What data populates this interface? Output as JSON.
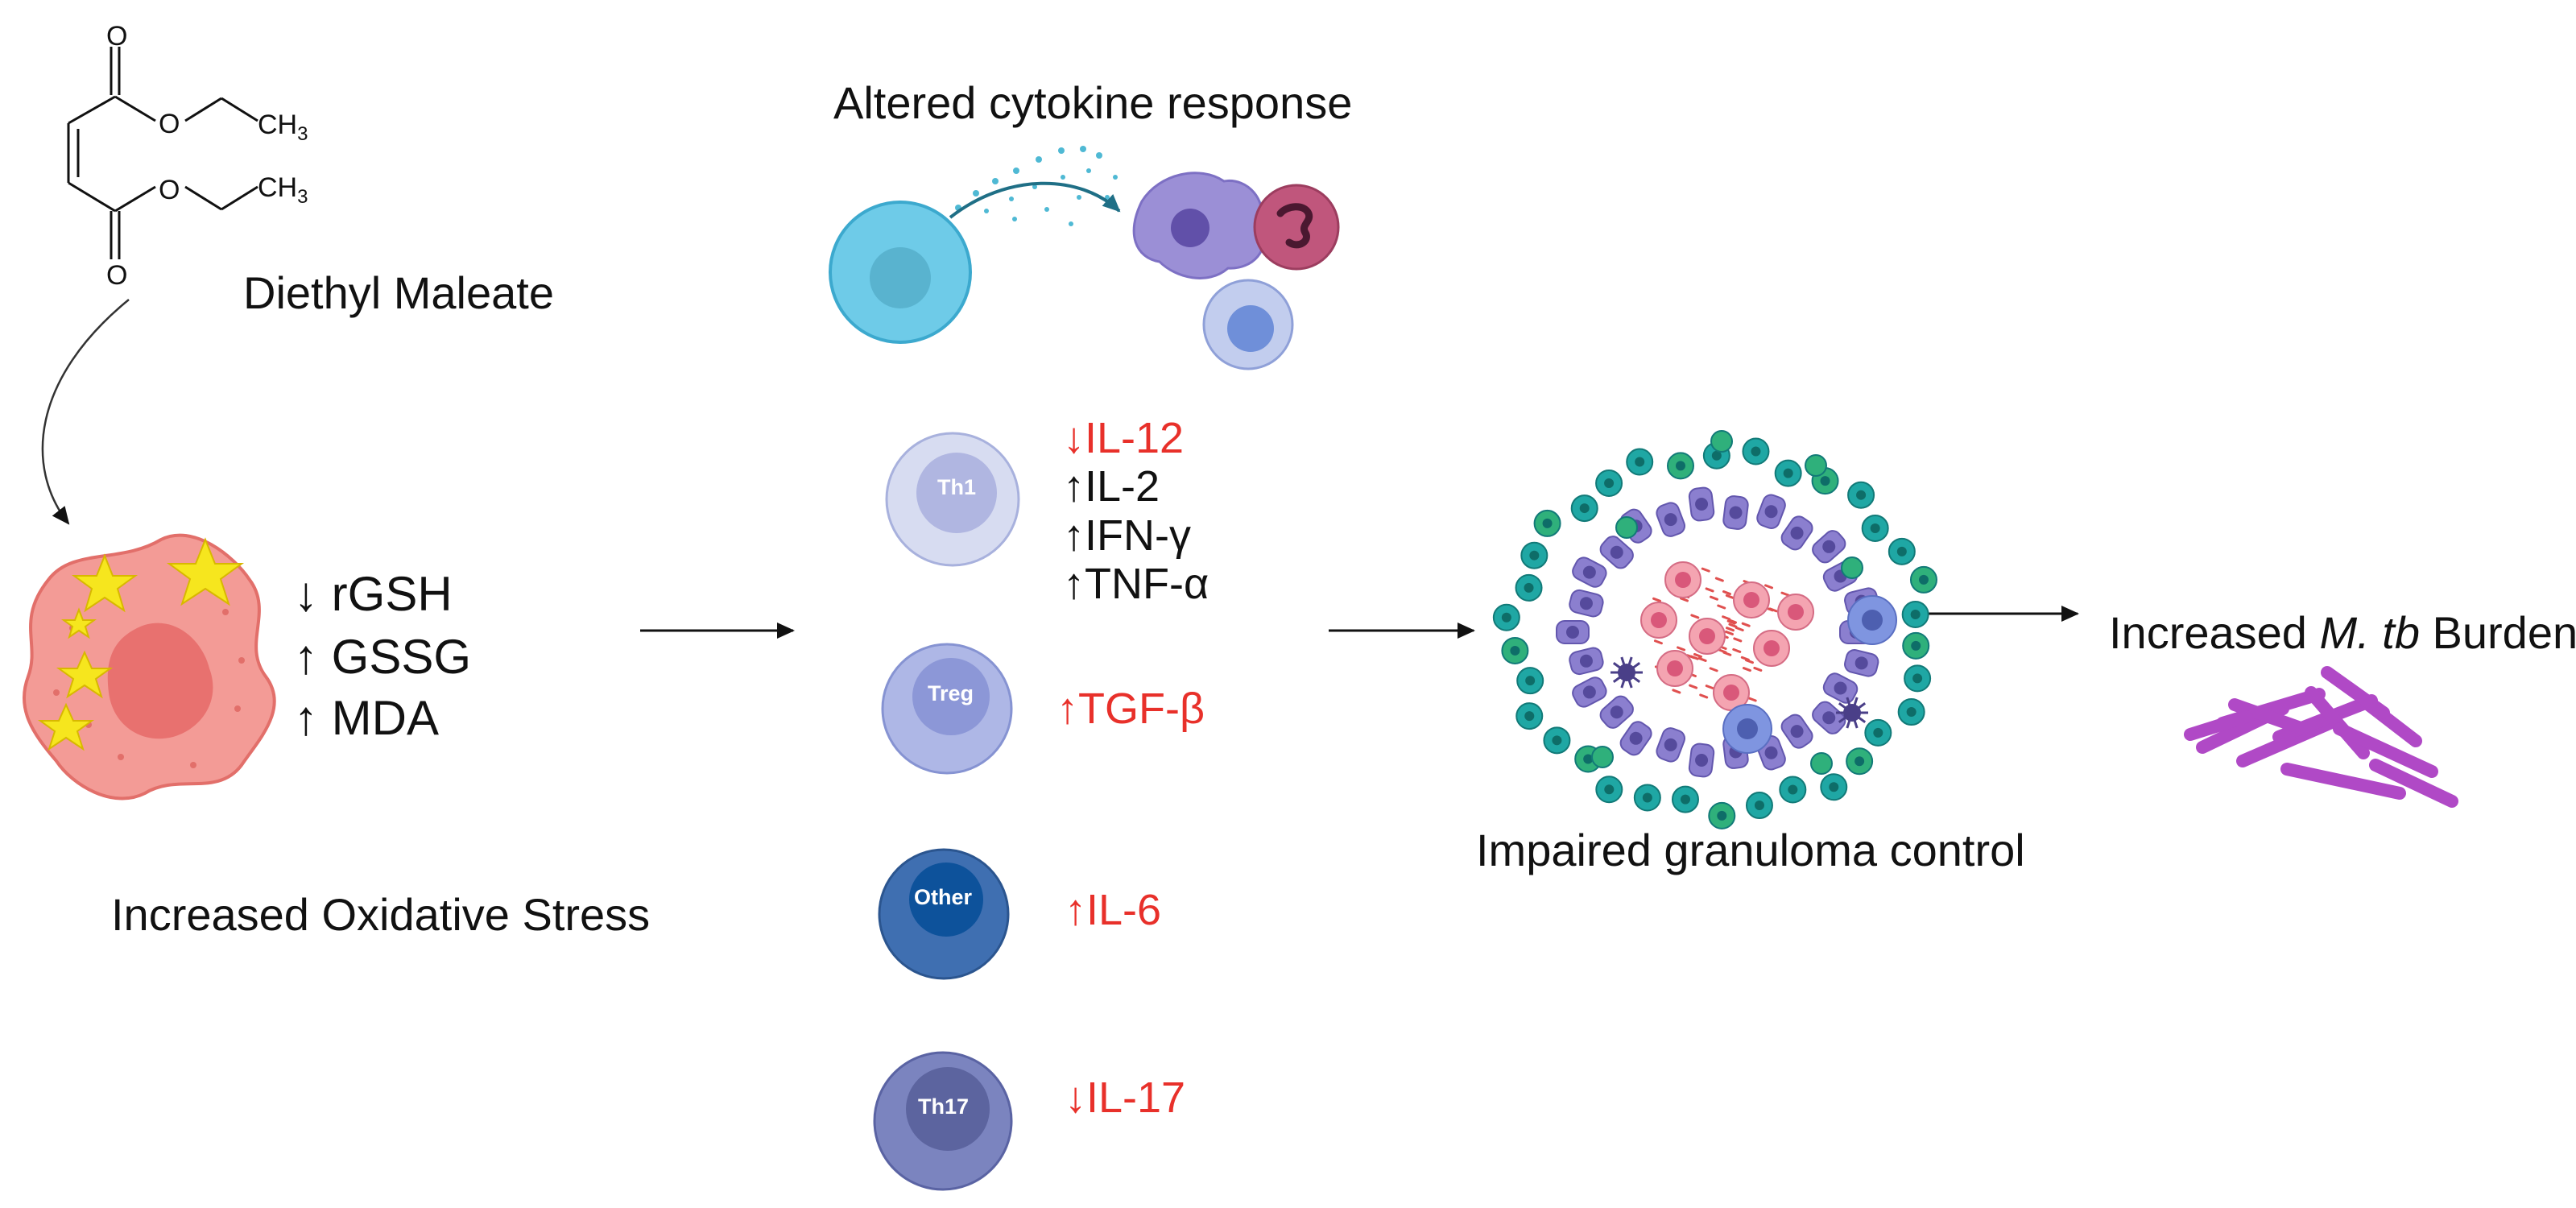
{
  "compound": {
    "name": "Diethyl Maleate",
    "ch3_top": "CH",
    "ch3_top_sub": "3",
    "ch3_bottom": "CH",
    "ch3_bottom_sub": "3",
    "o_atom": "O"
  },
  "stress_cell": {
    "markers": [
      "↓  rGSH",
      "↑  GSSG",
      "↑  MDA"
    ],
    "caption": "Increased Oxidative Stress"
  },
  "cytokine": {
    "title": "Altered cytokine response"
  },
  "tcells": [
    {
      "label": "Th1",
      "cytokines": [
        {
          "text": "↓IL-12",
          "color": "#e8302a"
        },
        {
          "text": "↑IL-2",
          "color": "#111111"
        },
        {
          "text": "↑IFN-γ",
          "color": "#111111"
        },
        {
          "text": "↑TNF-α",
          "color": "#111111"
        }
      ]
    },
    {
      "label": "Treg",
      "cytokines": [
        {
          "text": "↑TGF-β",
          "color": "#e8302a"
        }
      ]
    },
    {
      "label": "Other",
      "cytokines": [
        {
          "text": "↑IL-6",
          "color": "#e8302a"
        }
      ]
    },
    {
      "label": "Th17",
      "cytokines": [
        {
          "text": "↓IL-17",
          "color": "#e8302a"
        }
      ]
    }
  ],
  "granuloma": {
    "caption": "Impaired granuloma control"
  },
  "outcome": {
    "prefix": "Increased ",
    "italic": "M. tb",
    "suffix": " Burden"
  },
  "colors": {
    "stress_cell_fill": "#f39b96",
    "stress_nucleus": "#e8716f",
    "star": "#f6e61e",
    "red_text": "#e8302a",
    "tb_purple": "#b049c6",
    "cytokine_arrow": "#1f6f86"
  }
}
